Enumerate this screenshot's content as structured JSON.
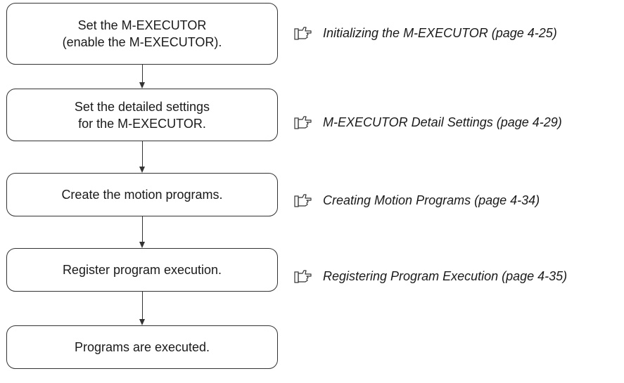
{
  "flow": {
    "steps": [
      {
        "label": "Set the M-EXECUTOR\n(enable the M-EXECUTOR)."
      },
      {
        "label": "Set the detailed settings\nfor the M-EXECUTOR."
      },
      {
        "label": "Create the motion programs."
      },
      {
        "label": "Register program execution."
      },
      {
        "label": "Programs are executed."
      }
    ],
    "references": [
      {
        "text": "Initializing the M-EXECUTOR (page 4-25)",
        "icon": "pointing-hand-icon"
      },
      {
        "text": "M-EXECUTOR Detail Settings (page 4-29)",
        "icon": "pointing-hand-icon"
      },
      {
        "text": "Creating Motion Programs (page 4-34)",
        "icon": "pointing-hand-icon"
      },
      {
        "text": "Registering Program Execution (page 4-35)",
        "icon": "pointing-hand-icon"
      }
    ]
  },
  "colors": {
    "line": "#333333",
    "text": "#1a1a1a",
    "background": "#ffffff"
  }
}
